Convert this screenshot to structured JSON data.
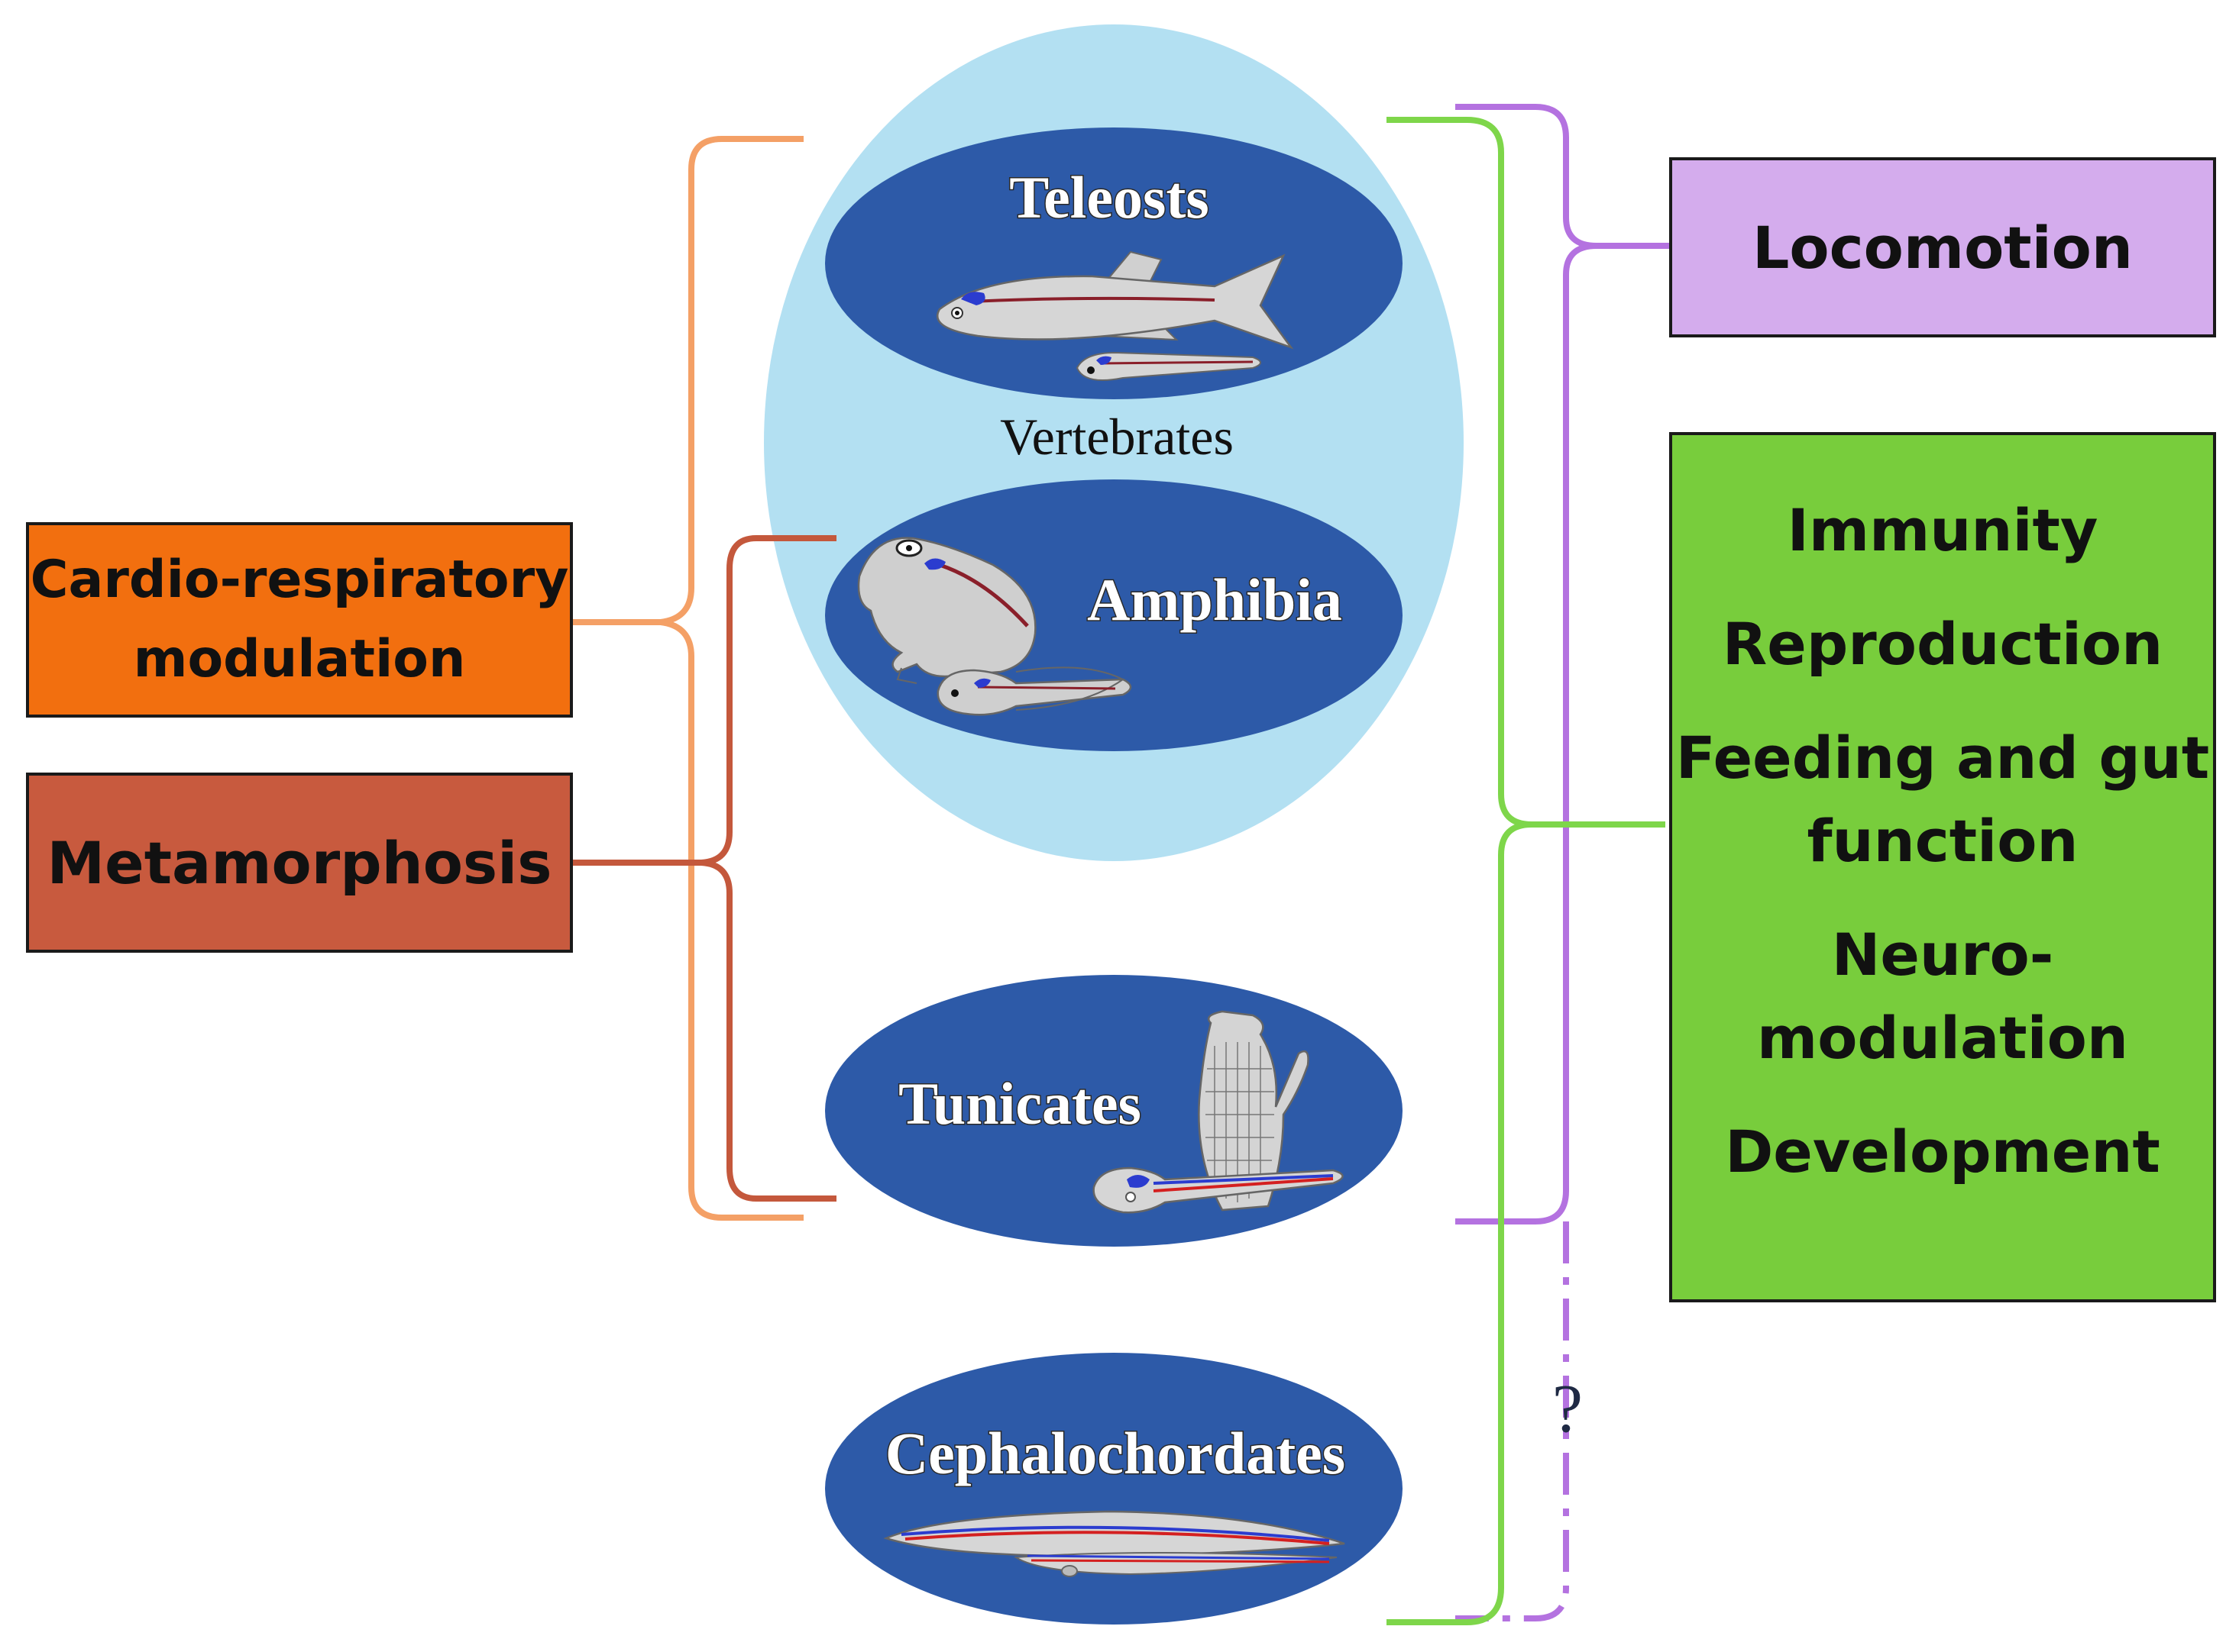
{
  "groups": {
    "vertebrates": "Vertebrates",
    "taxa": {
      "teleosts": "Teleosts",
      "amphibia": "Amphibia",
      "tunicates": "Tunicates",
      "cephalochordates": "Cephalochordates"
    }
  },
  "functions": {
    "cardio": [
      "Cardio-respiratory",
      "modulation"
    ],
    "metamorphosis": "Metamorphosis",
    "locomotion": "Locomotion",
    "green_list": [
      "Immunity",
      "Reproduction",
      "Feeding and gut",
      "function",
      "Neuro-",
      "modulation",
      "Development"
    ]
  },
  "uncertain_mark": "?",
  "colors": {
    "vertebrate_oval": "#b3e0f2",
    "taxon_oval": "#2d5aa8",
    "cardio_box": "#f26f0f",
    "cardio_bracket": "#f4a066",
    "metamorphosis_box": "#c85a3e",
    "metamorphosis_bracket": "#c4583c",
    "locomotion_box": "#d4aced",
    "locomotion_bracket": "#b472e0",
    "green_box": "#78cd3c",
    "green_bracket": "#7ed64a"
  },
  "icons": [
    "zebrafish-icon",
    "zebrafish-larva-icon",
    "frog-icon",
    "tadpole-icon",
    "ascidian-icon",
    "tunicate-larva-icon",
    "amphioxus-icon",
    "amphioxus-larva-icon"
  ]
}
